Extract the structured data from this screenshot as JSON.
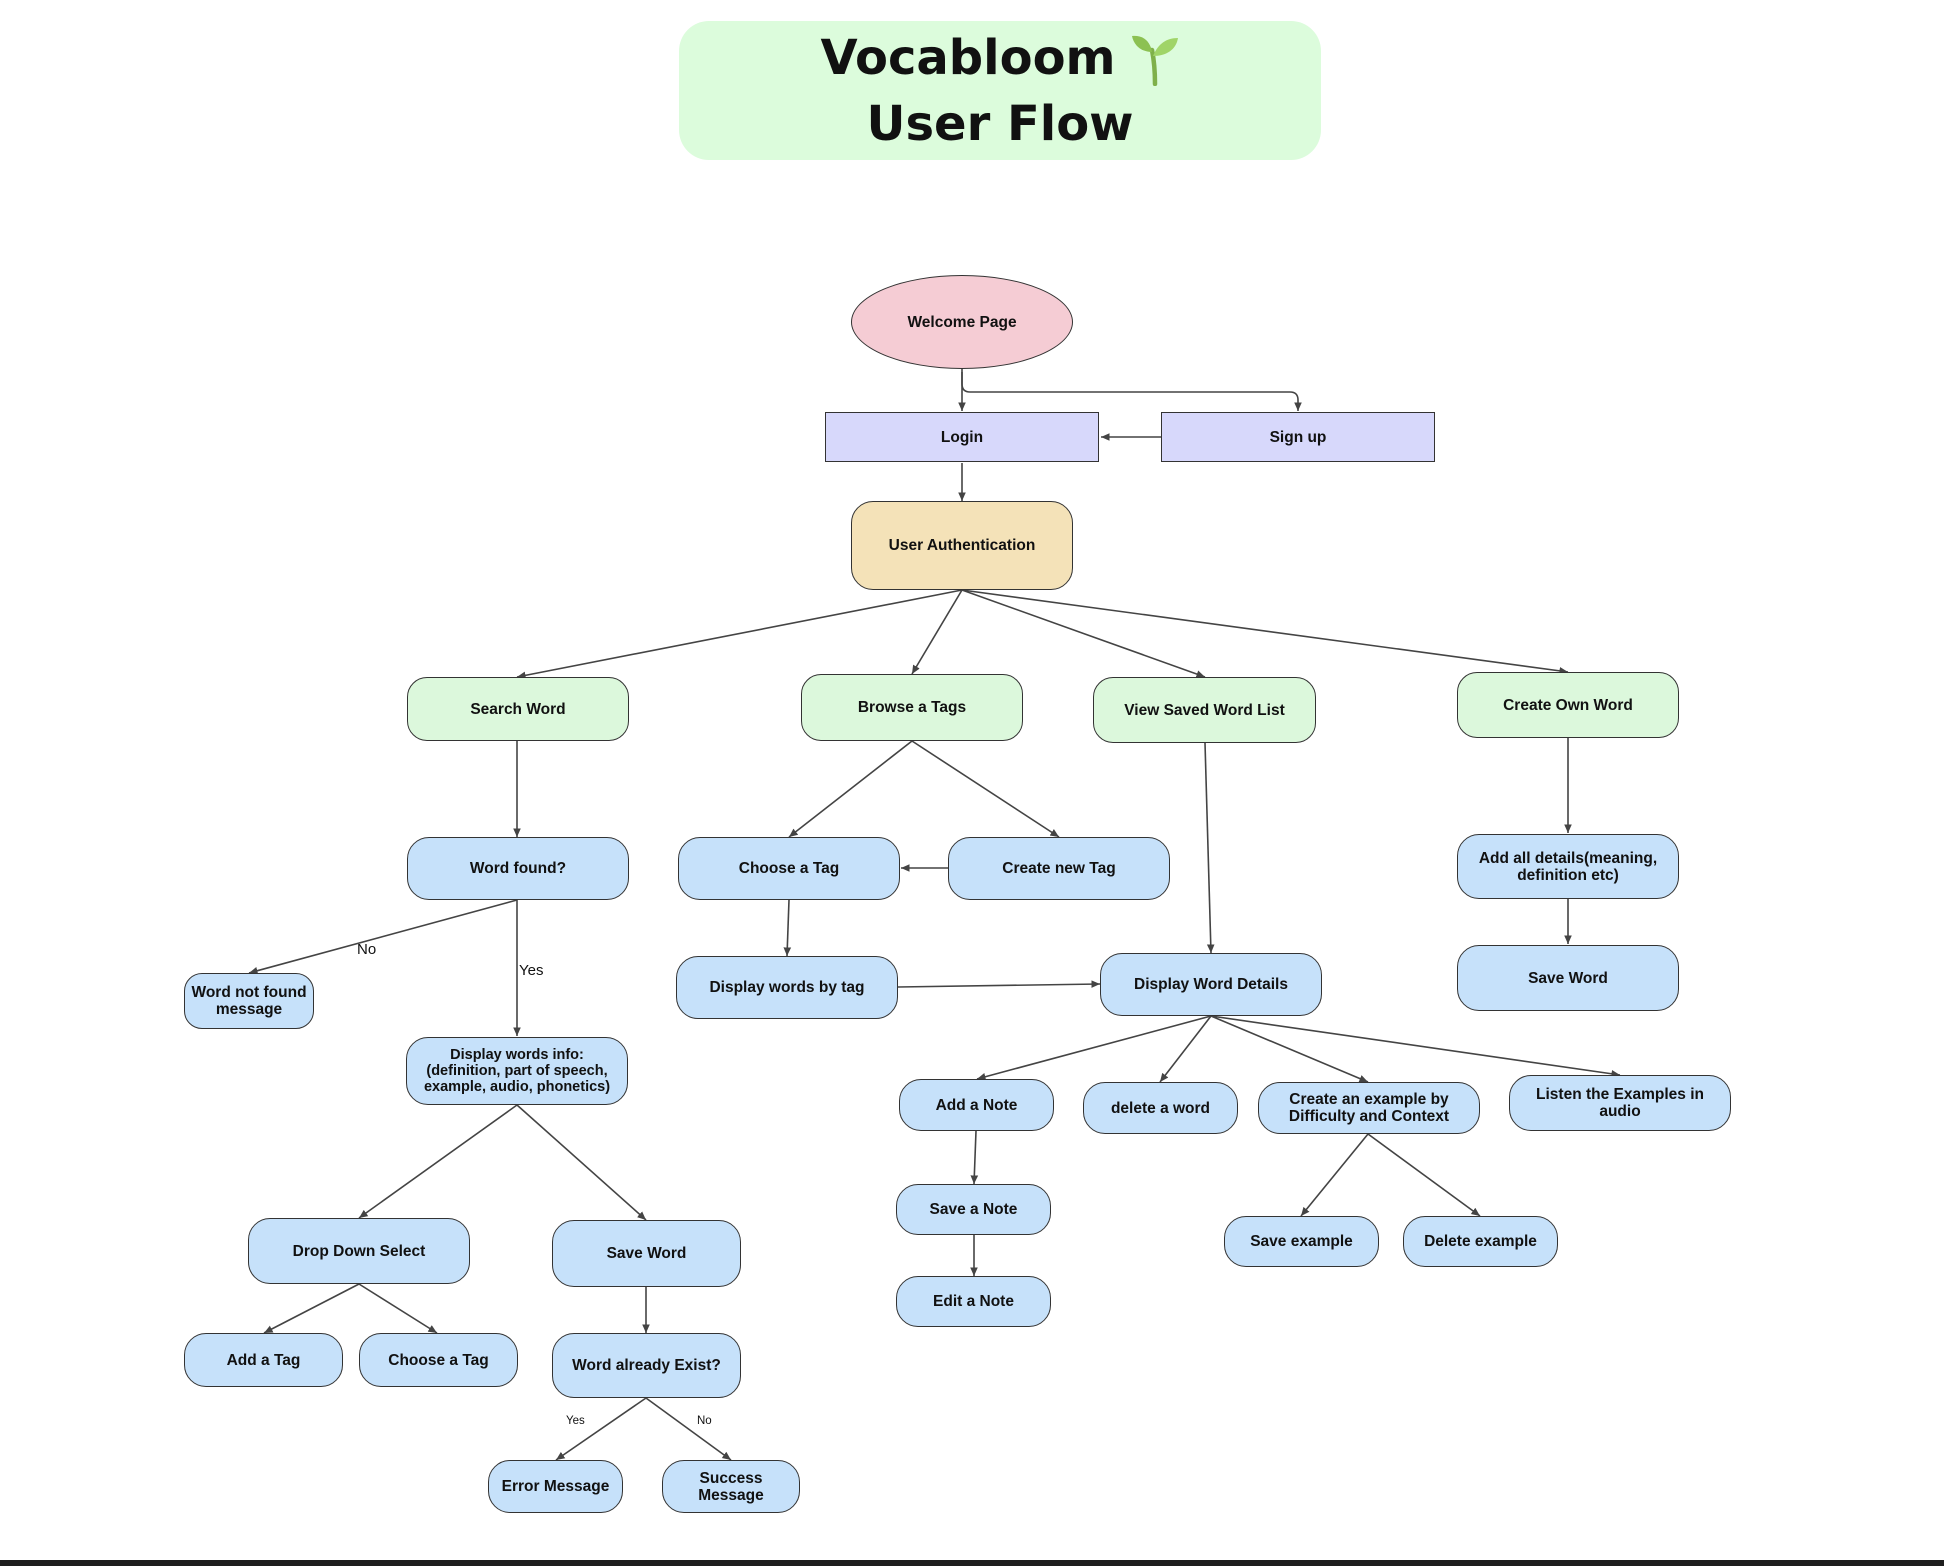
{
  "header": {
    "title_line1": "Vocabloom",
    "title_line2": "User Flow",
    "sprout_icon": "sprout-icon"
  },
  "nodes": {
    "welcome": "Welcome Page",
    "login": "Login",
    "signup": "Sign up",
    "auth": "User Authentication",
    "search_word": "Search Word",
    "browse_tags": "Browse a Tags",
    "view_saved": "View Saved Word List",
    "create_own": "Create Own Word",
    "word_found": "Word found?",
    "choose_tag": "Choose a Tag",
    "create_tag": "Create new Tag",
    "add_details": "Add all details(meaning, definition etc)",
    "not_found": "Word not found message",
    "display_by_tag": "Display words by tag",
    "display_details": "Display Word Details",
    "save_word_right": "Save Word",
    "display_info": "Display words info: (definition, part of speech, example, audio, phonetics)",
    "add_note": "Add a Note",
    "delete_word": "delete a word",
    "create_example": "Create an example by Difficulty and Context",
    "listen_examples": "Listen the Examples in audio",
    "save_note": "Save a Note",
    "edit_note": "Edit a Note",
    "save_example": "Save example",
    "delete_example": "Delete example",
    "dropdown_select": "Drop Down Select",
    "save_word": "Save Word",
    "add_tag": "Add a Tag",
    "choose_tag_2": "Choose a Tag",
    "word_exist": "Word already Exist?",
    "error_msg": "Error Message",
    "success_msg": "Success Message"
  },
  "edge_labels": {
    "no_1": "No",
    "yes_1": "Yes",
    "yes_2": "Yes",
    "no_2": "No"
  },
  "colors": {
    "title_bg": "#dcfcdc",
    "start": "#f5ccd4",
    "auth_screen": "#d7d8fb",
    "process": "#f4e2b8",
    "feature": "#dcf8dc",
    "action": "#c6e1fa",
    "line": "#444444"
  }
}
